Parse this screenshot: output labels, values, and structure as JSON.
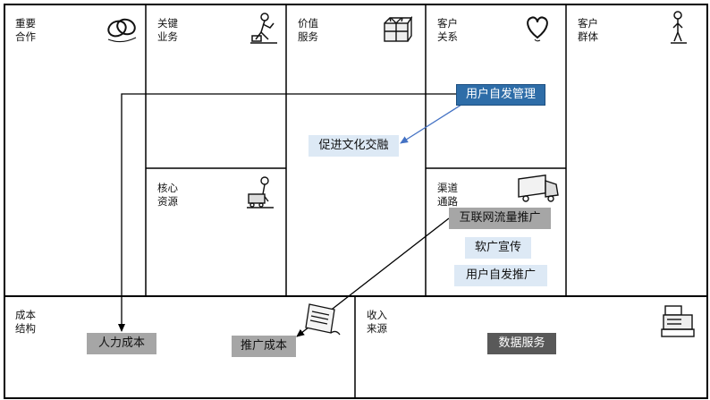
{
  "cells": {
    "key_partners": "重要\n合作",
    "key_activities": "关键\n业务",
    "value_propositions": "价值\n服务",
    "customer_relationships": "客户\n关系",
    "customer_segments": "客户\n群体",
    "key_resources": "核心\n资源",
    "channels": "渠道\n通路",
    "cost_structure": "成本\n结构",
    "revenue_streams": "收入\n来源"
  },
  "notes": {
    "user_self_management": "用户自发管理",
    "promote_cultural_exchange": "促进文化交融",
    "internet_traffic_promotion": "互联网流量推广",
    "soft_ad_promotion": "软广宣传",
    "user_self_promotion": "用户自发推广",
    "labor_cost": "人力成本",
    "promotion_cost": "推广成本",
    "data_services": "数据服务"
  },
  "colors": {
    "border": "#000000",
    "light_note": "#dde9f5",
    "blue_note": "#2e6da8",
    "gray_note": "#a6a6a6",
    "dark_note": "#595959",
    "arrow_blue": "#4472c4",
    "arrow_black": "#000000"
  },
  "icons": {
    "key_partners": "interlocked-rings-icon",
    "key_activities": "worker-icon",
    "value_propositions": "gift-icon",
    "customer_relationships": "heart-icon",
    "customer_segments": "person-icon",
    "key_resources": "worker-cart-icon",
    "channels": "truck-icon",
    "cost_structure": "receipt-icon",
    "revenue_streams": "cash-register-icon"
  }
}
